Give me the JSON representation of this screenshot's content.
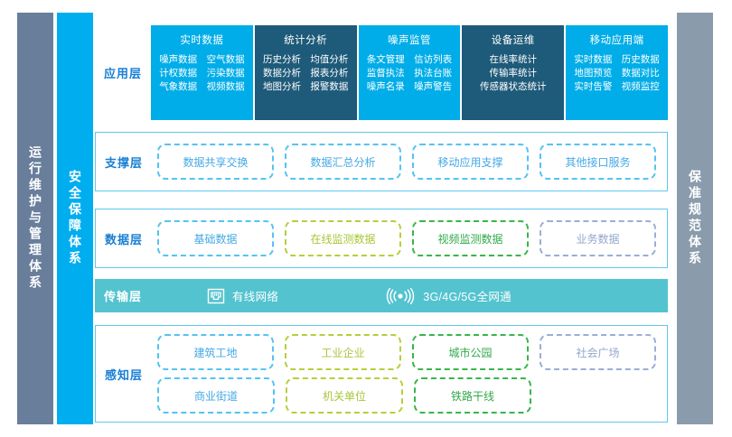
{
  "sidebars": {
    "left_outer": {
      "label": "运行维护与管理体系",
      "color": "#687e9b"
    },
    "left_inner": {
      "label": "安全保障体系",
      "color": "#00aeef"
    },
    "right": {
      "label": "保准规范体系",
      "color": "#8a9cac"
    }
  },
  "application_layer": {
    "label": "应用层",
    "cards": [
      {
        "title": "实时数据",
        "style": "light",
        "columns": "two-col",
        "items": [
          "噪声数据",
          "空气数据",
          "计权数据",
          "污染数据",
          "气象数据",
          "视频数据"
        ]
      },
      {
        "title": "统计分析",
        "style": "dark",
        "columns": "two-col",
        "items": [
          "历史分析",
          "均值分析",
          "数据分析",
          "报表分析",
          "地图分析",
          "报警数据"
        ]
      },
      {
        "title": "噪声监管",
        "style": "light",
        "columns": "two-col",
        "items": [
          "条文管理",
          "信访列表",
          "监督执法",
          "执法台账",
          "噪声名录",
          "噪声警告"
        ]
      },
      {
        "title": "设备运维",
        "style": "dark",
        "columns": "one-col",
        "items": [
          "在线率统计",
          "传输率统计",
          "传感器状态统计"
        ]
      },
      {
        "title": "移动应用端",
        "style": "light",
        "columns": "two-col",
        "items": [
          "实时数据",
          "历史数据",
          "地图预览",
          "数据对比",
          "实时告警",
          "视频监控"
        ]
      }
    ]
  },
  "support_layer": {
    "label": "支撑层",
    "chips": [
      {
        "text": "数据共享交换",
        "color": "c-blue"
      },
      {
        "text": "数据汇总分析",
        "color": "c-blue"
      },
      {
        "text": "移动应用支撑",
        "color": "c-blue"
      },
      {
        "text": "其他接口服务",
        "color": "c-blue"
      }
    ]
  },
  "data_layer": {
    "label": "数据层",
    "chips": [
      {
        "text": "基础数据",
        "color": "c-blue"
      },
      {
        "text": "在线监测数据",
        "color": "c-olive"
      },
      {
        "text": "视频监测数据",
        "color": "c-green"
      },
      {
        "text": "业务数据",
        "color": "c-grayblue"
      }
    ]
  },
  "transmission_layer": {
    "label": "传输层",
    "items": [
      {
        "icon": "ethernet-port-icon",
        "text": "有线网络"
      },
      {
        "icon": "wireless-signal-icon",
        "text": "3G/4G/5G全网通"
      }
    ]
  },
  "perception_layer": {
    "label": "感知层",
    "rows": [
      [
        {
          "text": "建筑工地",
          "color": "c-blue"
        },
        {
          "text": "工业企业",
          "color": "c-olive"
        },
        {
          "text": "城市公园",
          "color": "c-green"
        },
        {
          "text": "社会广场",
          "color": "c-grayblue"
        }
      ],
      [
        {
          "text": "商业街道",
          "color": "c-blue"
        },
        {
          "text": "机关单位",
          "color": "c-olive"
        },
        {
          "text": "铁路干线",
          "color": "c-green"
        },
        {
          "text": "",
          "color": "ghost"
        }
      ]
    ]
  },
  "palette": {
    "accent_blue": "#00ade8",
    "dark_panel": "#1e5a79",
    "teal": "#53c3cf",
    "gray": "#687e9b",
    "gray_right": "#8a9cac",
    "olive": "#b5cf3b",
    "green": "#39b54a",
    "gray_blue": "#9aaed6"
  }
}
